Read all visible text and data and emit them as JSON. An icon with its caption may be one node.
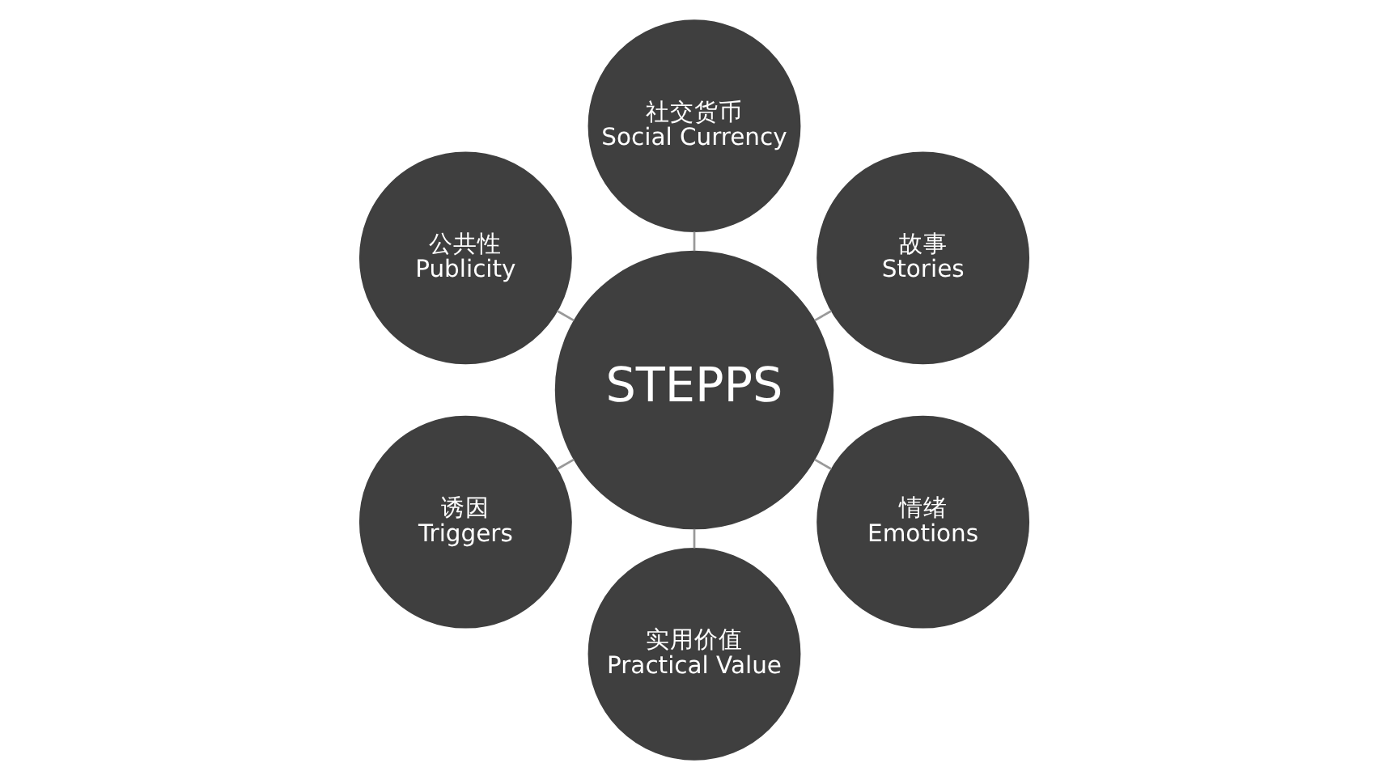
{
  "diagram": {
    "nodes": [
      {
        "text": [
          "故事",
          "Stories"
        ]
      },
      {
        "text": [
          "社交货币",
          "Social Currency"
        ]
      },
      {
        "text": [
          "公共性",
          "Publicity"
        ]
      },
      {
        "text": [
          "STEPPS"
        ]
      },
      {
        "text": [
          "诱因",
          "Triggers"
        ]
      },
      {
        "text": [
          "实用价值",
          "Practical Value"
        ]
      },
      {
        "text": [
          "情绪",
          "Emotions"
        ]
      }
    ],
    "edges": [
      {
        "from": 3,
        "to": 0,
        "arrow": "none"
      },
      {
        "from": 3,
        "to": 1,
        "arrow": "none"
      },
      {
        "from": 3,
        "to": 2,
        "arrow": "none"
      },
      {
        "from": 3,
        "to": 4,
        "arrow": "none"
      },
      {
        "from": 3,
        "to": 5,
        "arrow": "none"
      },
      {
        "from": 3,
        "to": 6,
        "arrow": "none"
      }
    ]
  }
}
